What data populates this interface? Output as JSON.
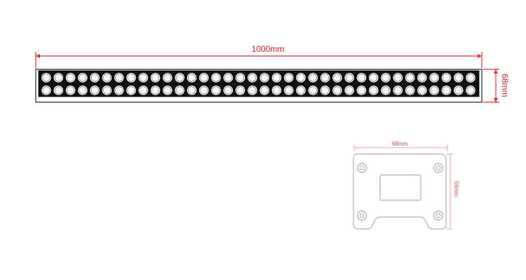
{
  "bar": {
    "width_label": "1000mm",
    "height_label": "68mm",
    "led_rows": 2,
    "leds_per_row": 36
  },
  "bracket": {
    "width_label": "68mm",
    "height_label": "56mm"
  },
  "colors": {
    "dimension_line": "#e03030",
    "outline": "#222222",
    "bracket_outline": "#bbbbbb",
    "bracket_dim": "#e8a0a0"
  }
}
